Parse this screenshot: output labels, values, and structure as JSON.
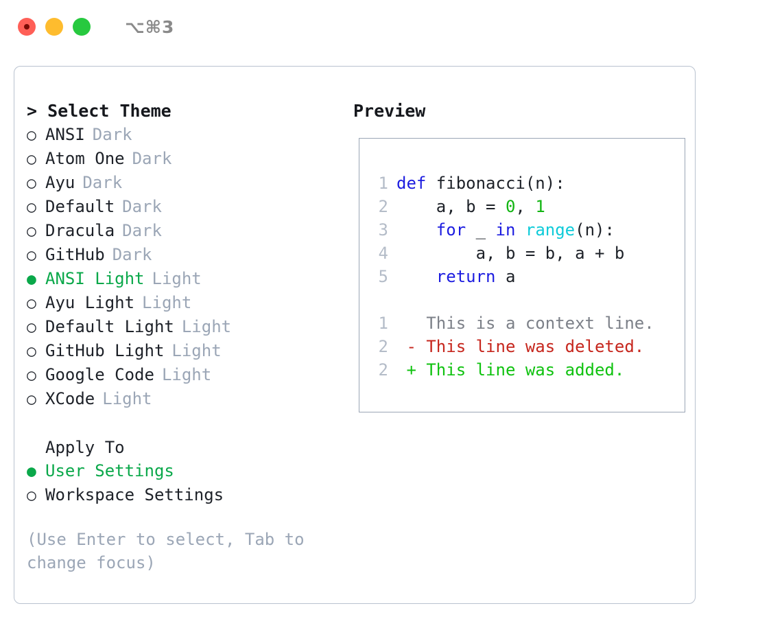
{
  "titlebar": {
    "shortcut": "⌥⌘3",
    "buttons": [
      {
        "name": "close",
        "color": "#ff5f57"
      },
      {
        "name": "minimize",
        "color": "#febc2e"
      },
      {
        "name": "zoom",
        "color": "#27c93f"
      }
    ]
  },
  "theme_picker": {
    "heading": "> Select Theme",
    "marker_unselected": "○",
    "marker_selected": "●",
    "accent_color": "#0aa84a",
    "tag_color": "#9ba6b6",
    "items": [
      {
        "label": "ANSI",
        "tag": "Dark",
        "selected": false
      },
      {
        "label": "Atom One",
        "tag": "Dark",
        "selected": false
      },
      {
        "label": "Ayu",
        "tag": "Dark",
        "selected": false
      },
      {
        "label": "Default",
        "tag": "Dark",
        "selected": false
      },
      {
        "label": "Dracula",
        "tag": "Dark",
        "selected": false
      },
      {
        "label": "GitHub",
        "tag": "Dark",
        "selected": false
      },
      {
        "label": "ANSI Light",
        "tag": "Light",
        "selected": true
      },
      {
        "label": "Ayu Light",
        "tag": "Light",
        "selected": false
      },
      {
        "label": "Default Light",
        "tag": "Light",
        "selected": false
      },
      {
        "label": "GitHub Light",
        "tag": "Light",
        "selected": false
      },
      {
        "label": "Google Code",
        "tag": "Light",
        "selected": false
      },
      {
        "label": "XCode",
        "tag": "Light",
        "selected": false
      }
    ]
  },
  "apply_to": {
    "heading": "Apply To",
    "items": [
      {
        "label": "User Settings",
        "selected": true
      },
      {
        "label": "Workspace Settings",
        "selected": false
      }
    ]
  },
  "hint": "(Use Enter to select, Tab to change focus)",
  "preview": {
    "title": "Preview",
    "code_lines": [
      {
        "number": "1",
        "tokens": [
          {
            "text": "def ",
            "type": "kw"
          },
          {
            "text": "fibonacci(n):",
            "type": "plain"
          }
        ]
      },
      {
        "number": "2",
        "tokens": [
          {
            "text": "    a, b = ",
            "type": "plain"
          },
          {
            "text": "0",
            "type": "num"
          },
          {
            "text": ", ",
            "type": "plain"
          },
          {
            "text": "1",
            "type": "num"
          }
        ]
      },
      {
        "number": "3",
        "tokens": [
          {
            "text": "    ",
            "type": "plain"
          },
          {
            "text": "for",
            "type": "kw"
          },
          {
            "text": " _ ",
            "type": "plain"
          },
          {
            "text": "in",
            "type": "kw"
          },
          {
            "text": " ",
            "type": "plain"
          },
          {
            "text": "range",
            "type": "fn"
          },
          {
            "text": "(n):",
            "type": "plain"
          }
        ]
      },
      {
        "number": "4",
        "tokens": [
          {
            "text": "        a, b = b, a + b",
            "type": "plain"
          }
        ]
      },
      {
        "number": "5",
        "tokens": [
          {
            "text": "    ",
            "type": "plain"
          },
          {
            "text": "return",
            "type": "kw"
          },
          {
            "text": " a",
            "type": "plain"
          }
        ]
      }
    ],
    "diff_lines": [
      {
        "number": "1",
        "sign": "  ",
        "text": "This is a context line.",
        "kind": "ctx"
      },
      {
        "number": "2",
        "sign": "- ",
        "text": "This line was deleted.",
        "kind": "del"
      },
      {
        "number": "2",
        "sign": "+ ",
        "text": "This line was added.",
        "kind": "add"
      }
    ],
    "syntax_colors": {
      "keyword": "#1c1ce0",
      "number": "#12b512",
      "function": "#0ecbd9",
      "plain": "#1d2128",
      "line_number": "#b4bcc8",
      "diff_context": "#7c8088",
      "diff_deleted": "#c6261d",
      "diff_added": "#0fc20f"
    }
  }
}
